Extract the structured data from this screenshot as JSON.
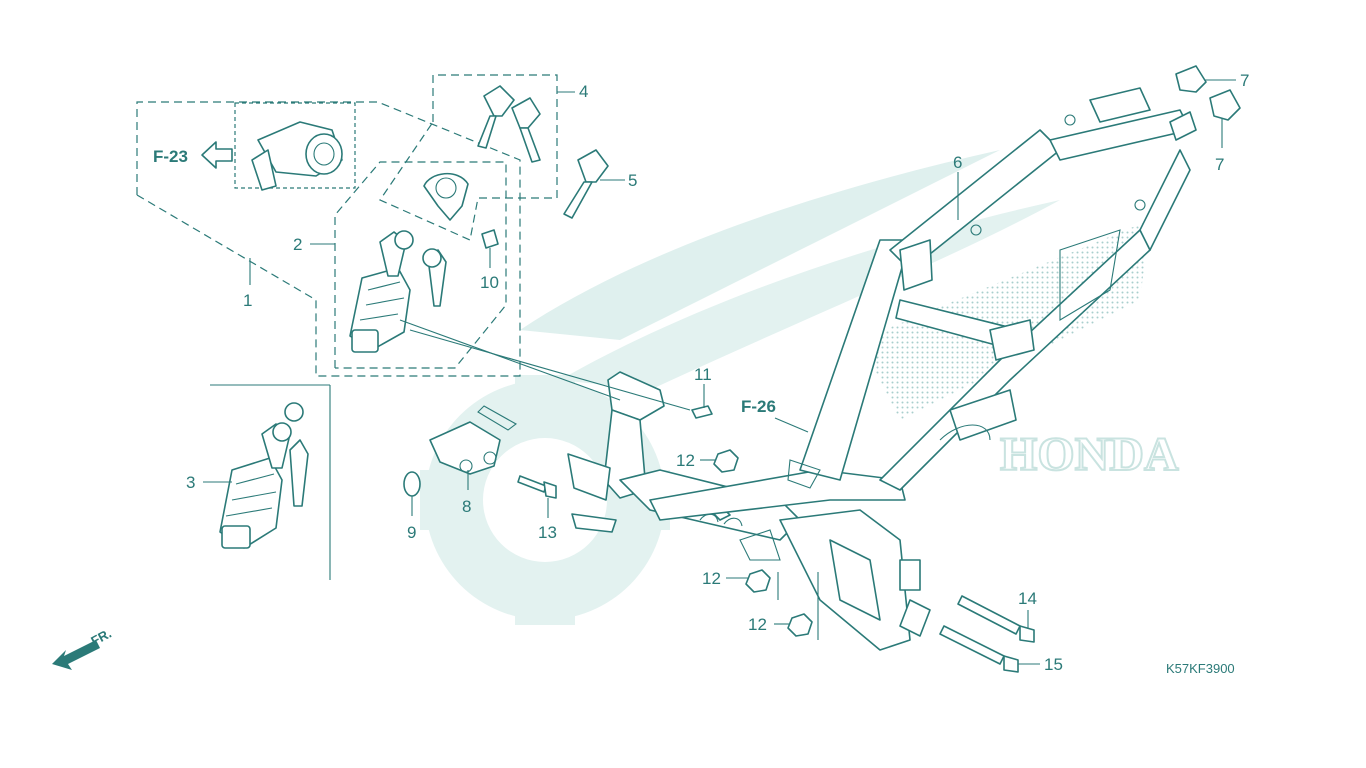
{
  "diagram": {
    "drawing_code": "K57KF3900",
    "direction_label": "FR.",
    "colors": {
      "line": "#2b7a78",
      "watermark": "#d5ecea",
      "background": "#ffffff"
    },
    "watermark_text": "HONDA",
    "references": [
      {
        "id": "ref-f23",
        "text": "F-23"
      },
      {
        "id": "ref-f26",
        "text": "F-26"
      }
    ],
    "callouts": [
      {
        "id": "c1",
        "number": "1"
      },
      {
        "id": "c2",
        "number": "2"
      },
      {
        "id": "c3",
        "number": "3"
      },
      {
        "id": "c4",
        "number": "4"
      },
      {
        "id": "c5",
        "number": "5"
      },
      {
        "id": "c6",
        "number": "6"
      },
      {
        "id": "c7a",
        "number": "7"
      },
      {
        "id": "c7b",
        "number": "7"
      },
      {
        "id": "c8",
        "number": "8"
      },
      {
        "id": "c9",
        "number": "9"
      },
      {
        "id": "c10",
        "number": "10"
      },
      {
        "id": "c11",
        "number": "11"
      },
      {
        "id": "c12a",
        "number": "12"
      },
      {
        "id": "c12b",
        "number": "12"
      },
      {
        "id": "c12c",
        "number": "12"
      },
      {
        "id": "c13",
        "number": "13"
      },
      {
        "id": "c14",
        "number": "14"
      },
      {
        "id": "c15",
        "number": "15"
      }
    ]
  }
}
